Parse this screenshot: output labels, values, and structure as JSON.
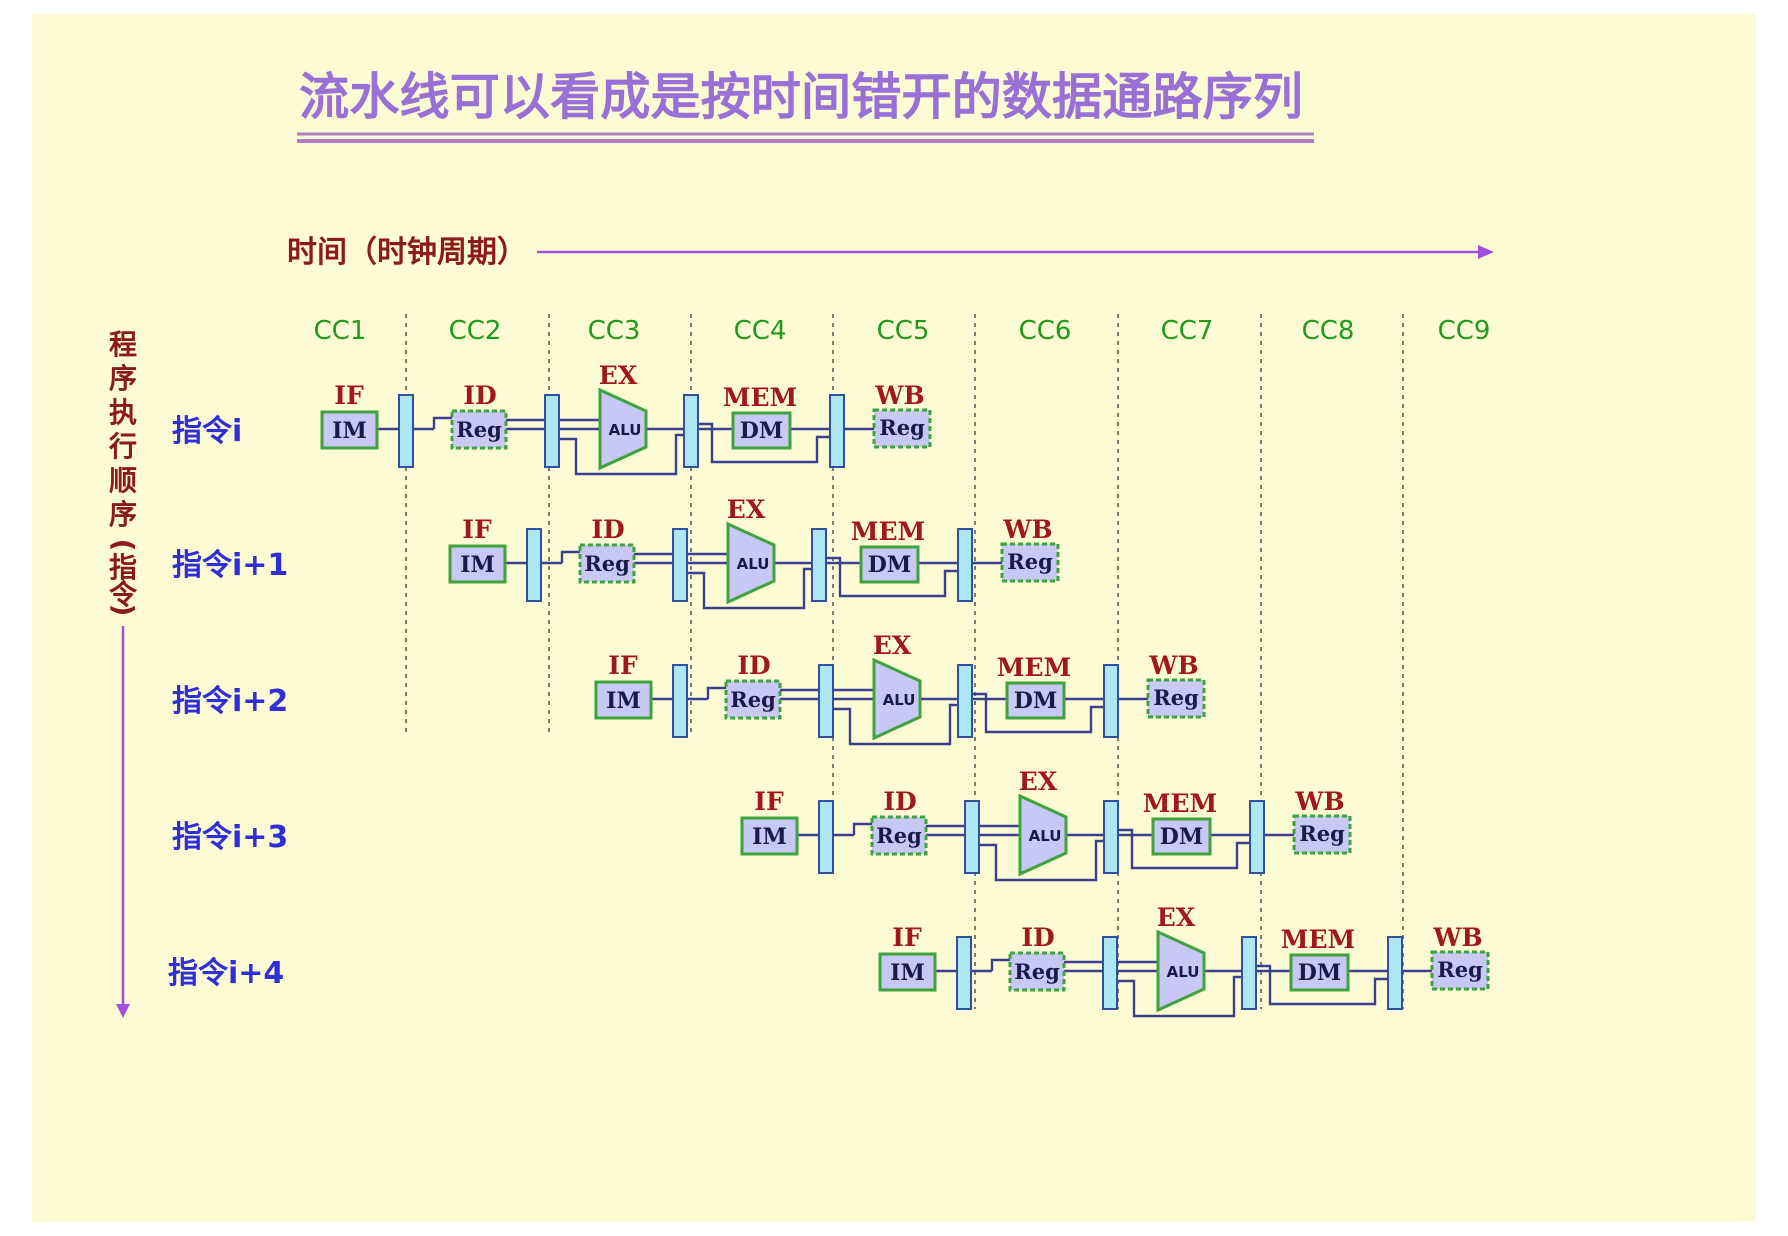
{
  "title": "流水线可以看成是按时间错开的数据通路序列",
  "time_axis_label": "时间（时钟周期）",
  "order_axis_label": [
    "程",
    "序",
    "执",
    "行",
    "顺",
    "序",
    "(",
    "指",
    "令",
    ")"
  ],
  "clock_cycles": [
    "CC1",
    "CC2",
    "CC3",
    "CC4",
    "CC5",
    "CC6",
    "CC7",
    "CC8",
    "CC9"
  ],
  "instructions": [
    "指令i",
    "指令i+1",
    "指令i+2",
    "指令i+3",
    "指令i+4"
  ],
  "stages": {
    "if_label": "IF",
    "id_label": "ID",
    "ex_label": "EX",
    "mem_label": "MEM",
    "wb_label": "WB",
    "im_box": "IM",
    "reg_box": "Reg",
    "alu_box": "ALU",
    "dm_box": "DM"
  },
  "colors": {
    "background": "#fdfbd3",
    "title": "#9a6fd6",
    "title_underline": "#b07cc8",
    "axis_label": "#8b1a1a",
    "axis_arrow": "#a24fe0",
    "cycle_label": "#1f9a1f",
    "instruction_label": "#2f2fd8",
    "stage_label": "#a01818",
    "unit_fill": "#c8c8f4",
    "unit_border": "#3ea33e",
    "latch_fill": "#aee6f4",
    "latch_border": "#3050a0",
    "wire": "#3b3f8f",
    "dotted": "#6c6c6c"
  }
}
